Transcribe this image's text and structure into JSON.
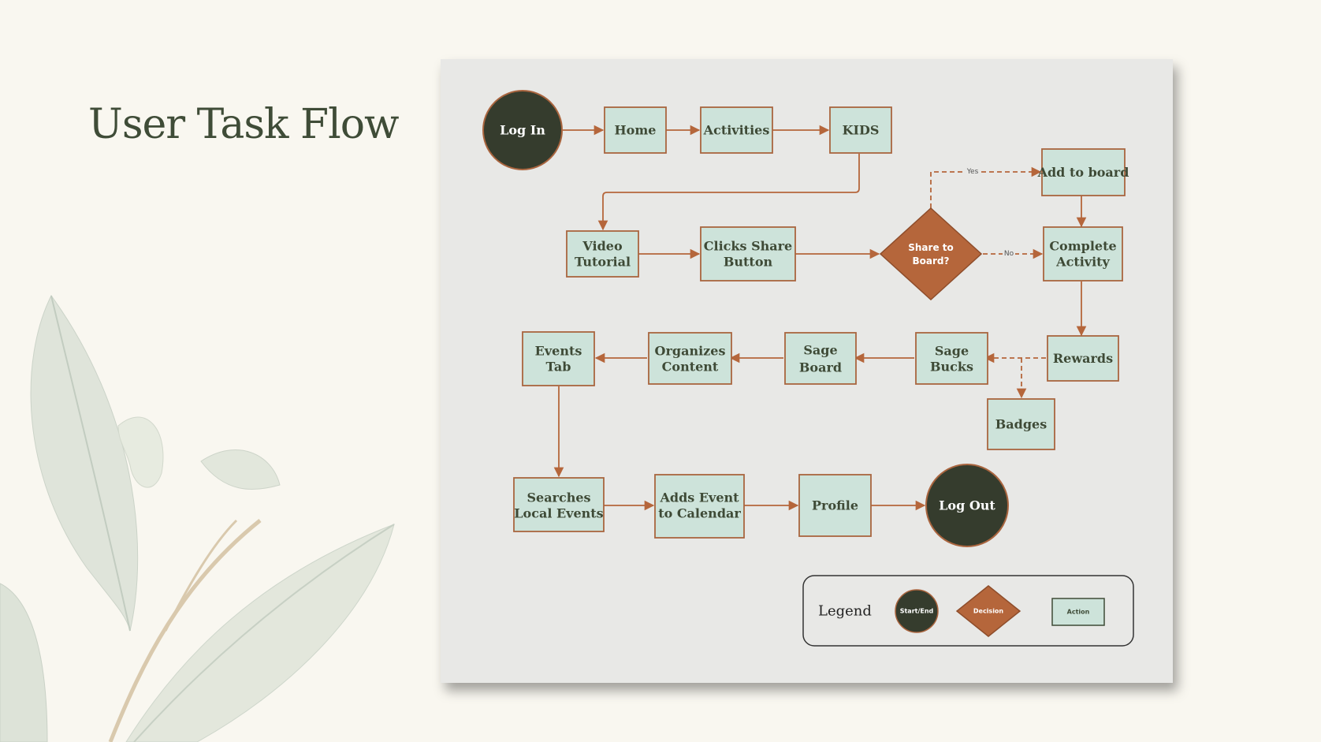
{
  "title": "User Task Flow",
  "colors": {
    "action_fill": "#cde3da",
    "action_stroke": "#a9653f",
    "terminal_fill": "#353c2d",
    "decision_fill": "#b5663b",
    "edge": "#b5663b",
    "text_dark": "#3e4a36",
    "panel": "#e8e8e6"
  },
  "nodes": {
    "log_in": "Log In",
    "home": "Home",
    "activities": "Activities",
    "kids": "KIDS",
    "add_to_board": "Add to board",
    "video_tutorial": [
      "Video",
      "Tutorial"
    ],
    "clicks_share": [
      "Clicks Share",
      "Button"
    ],
    "share_decision": [
      "Share to",
      "Board?"
    ],
    "complete_activity": [
      "Complete",
      "Activity"
    ],
    "events_tab": [
      "Events",
      "Tab"
    ],
    "organizes_content": [
      "Organizes",
      "Content"
    ],
    "sage_board": [
      "Sage",
      "Board"
    ],
    "sage_bucks": [
      "Sage",
      "Bucks"
    ],
    "rewards": "Rewards",
    "badges": "Badges",
    "searches_local": [
      "Searches",
      "Local Events"
    ],
    "adds_event": [
      "Adds Event",
      "to Calendar"
    ],
    "profile": "Profile",
    "log_out": "Log Out"
  },
  "edge_labels": {
    "yes": "Yes",
    "no": "No"
  },
  "legend": {
    "title": "Legend",
    "start_end": "Start/End",
    "decision": "Decision",
    "action": "Action"
  }
}
